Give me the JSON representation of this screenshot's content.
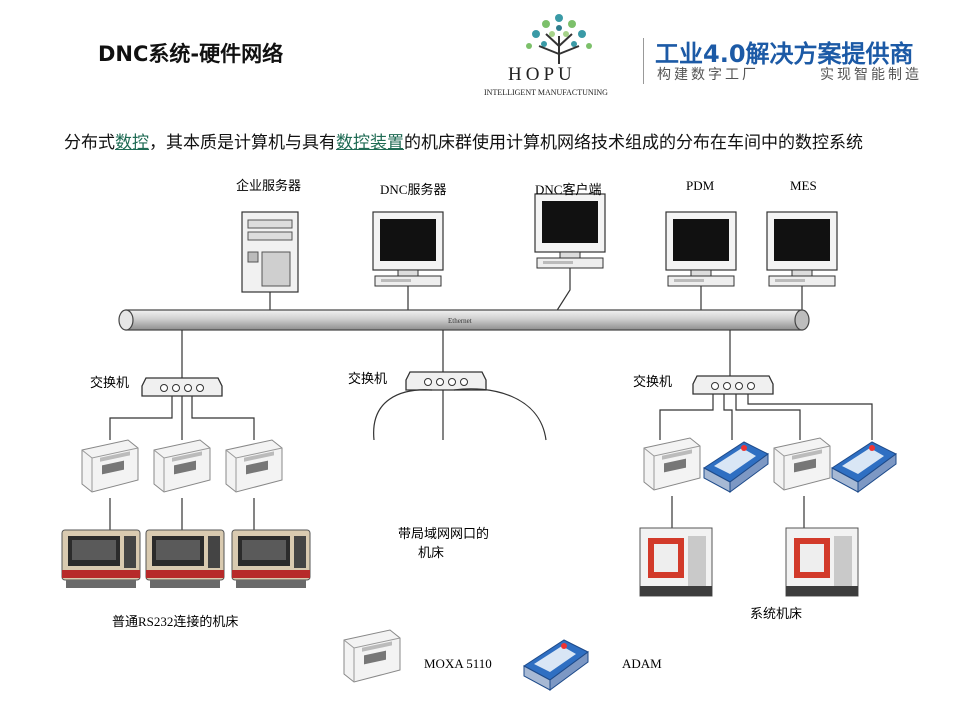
{
  "title": "DNC系统-硬件网络",
  "brand": {
    "name": "HOPU",
    "subtitle": "INTELLIGENT MANUFACTUNING",
    "slogan": "工业4.0解决方案提供商",
    "tagline_left": "构建数字工厂",
    "tagline_right": "实现智能制造"
  },
  "intro": {
    "p1": "分布式",
    "link1": "数控",
    "p2": "，其本质是计算机与具有",
    "link2": "数控装置",
    "p3": "的机床群使用计算机网络技术组成的分布在车间中的数控系统"
  },
  "diagram": {
    "servers": [
      "企业服务器",
      "DNC服务器",
      "DNC客户端",
      "PDM",
      "MES"
    ],
    "backbone_label": "Ethernet",
    "switch_label": "交换机",
    "group_left_label": "普通RS232连接的机床",
    "group_mid_label_line1": "带局域网网口的",
    "group_mid_label_line2": "机床",
    "group_right_label": "系统机床",
    "legend": {
      "moxa": "MOXA 5110",
      "adam": "ADAM"
    }
  }
}
